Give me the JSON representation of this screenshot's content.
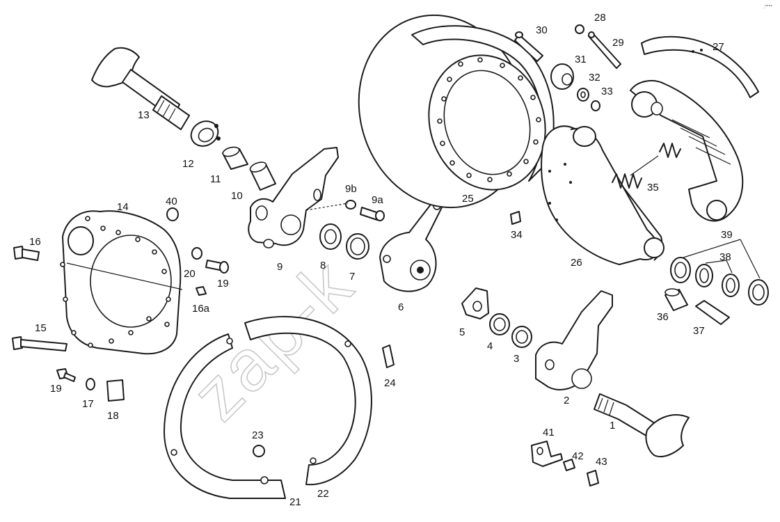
{
  "corner_mark": ".°°°°",
  "watermark": "zap-k",
  "labels": [
    "1",
    "2",
    "3",
    "4",
    "5",
    "6",
    "7",
    "8",
    "9",
    "9a",
    "9b",
    "10",
    "11",
    "12",
    "13",
    "14",
    "15",
    "16",
    "16a",
    "17",
    "18",
    "19",
    "19",
    "20",
    "21",
    "22",
    "23",
    "24",
    "25",
    "26",
    "27",
    "28",
    "29",
    "30",
    "31",
    "32",
    "33",
    "34",
    "35",
    "36",
    "37",
    "38",
    "39",
    "40",
    "41",
    "42",
    "43"
  ]
}
